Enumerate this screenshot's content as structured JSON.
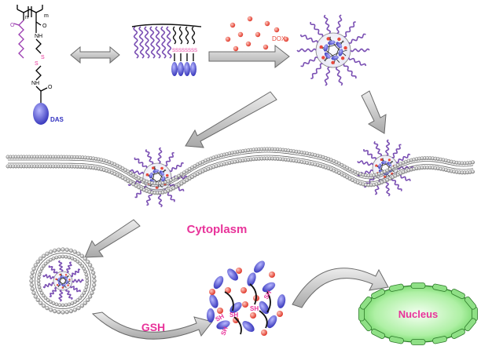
{
  "structure": {
    "subscript_n": "n",
    "subscript_m": "m",
    "carbonyl_o": "O",
    "amide_nh_top": "NH",
    "amide_nh_bottom": "NH",
    "amide_o": "O",
    "disulfide_s1": "S",
    "disulfide_s2": "S",
    "das_label": "DAS"
  },
  "assembly": {
    "ss_labels": [
      "SS",
      "SS",
      "SS",
      "SS"
    ]
  },
  "drug": {
    "label": "DOX"
  },
  "cytoplasm": {
    "label": "Cytoplasm"
  },
  "reduction": {
    "gsh_label": "GSH",
    "sh_labels": [
      "SH",
      "SH",
      "SH",
      "SH",
      "SH"
    ]
  },
  "nucleus": {
    "label": "Nucleus"
  },
  "colors": {
    "magenta_text": "#e8339a",
    "dox_red": "#e84a3c",
    "polymer_purple": "#7a4fb3",
    "das_blue": "#4a4ad0",
    "nucleus_green": "#7fe07a",
    "arrow_grey": "#9a9a9a"
  }
}
